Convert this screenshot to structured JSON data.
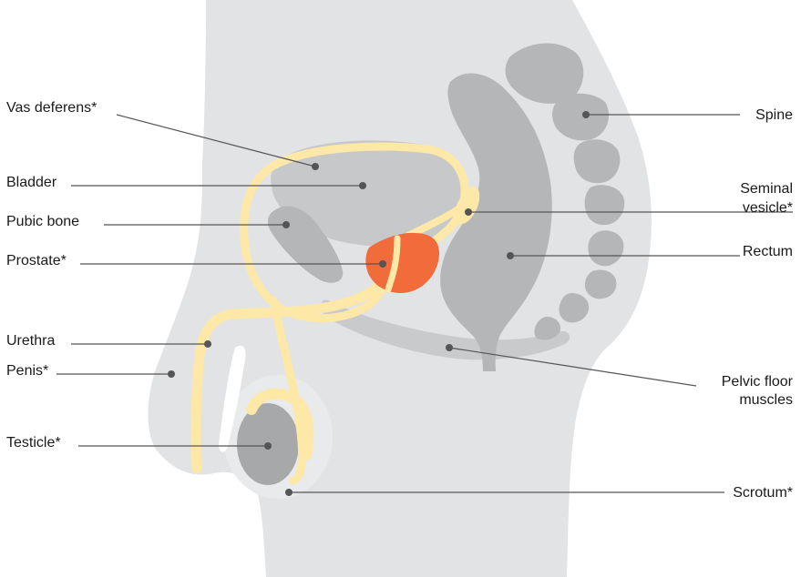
{
  "labels": {
    "vas_deferens": "Vas deferens*",
    "bladder": "Bladder",
    "pubic_bone": "Pubic bone",
    "prostate": "Prostate*",
    "urethra": "Urethra",
    "penis": "Penis*",
    "testicle": "Testicle*",
    "spine": "Spine",
    "seminal_line1": "Seminal",
    "seminal_line2": "vesicle*",
    "rectum": "Rectum",
    "pelvic_line1": "Pelvic floor",
    "pelvic_line2": "muscles",
    "scrotum": "Scrotum*"
  },
  "colors": {
    "body": "#e2e3e4",
    "organ": "#b5b6b8",
    "organ_dark": "#a7a8aa",
    "vas": "#fde8a8",
    "prostate": "#f26b3a",
    "leader": "#555555",
    "dot": "#555555"
  }
}
